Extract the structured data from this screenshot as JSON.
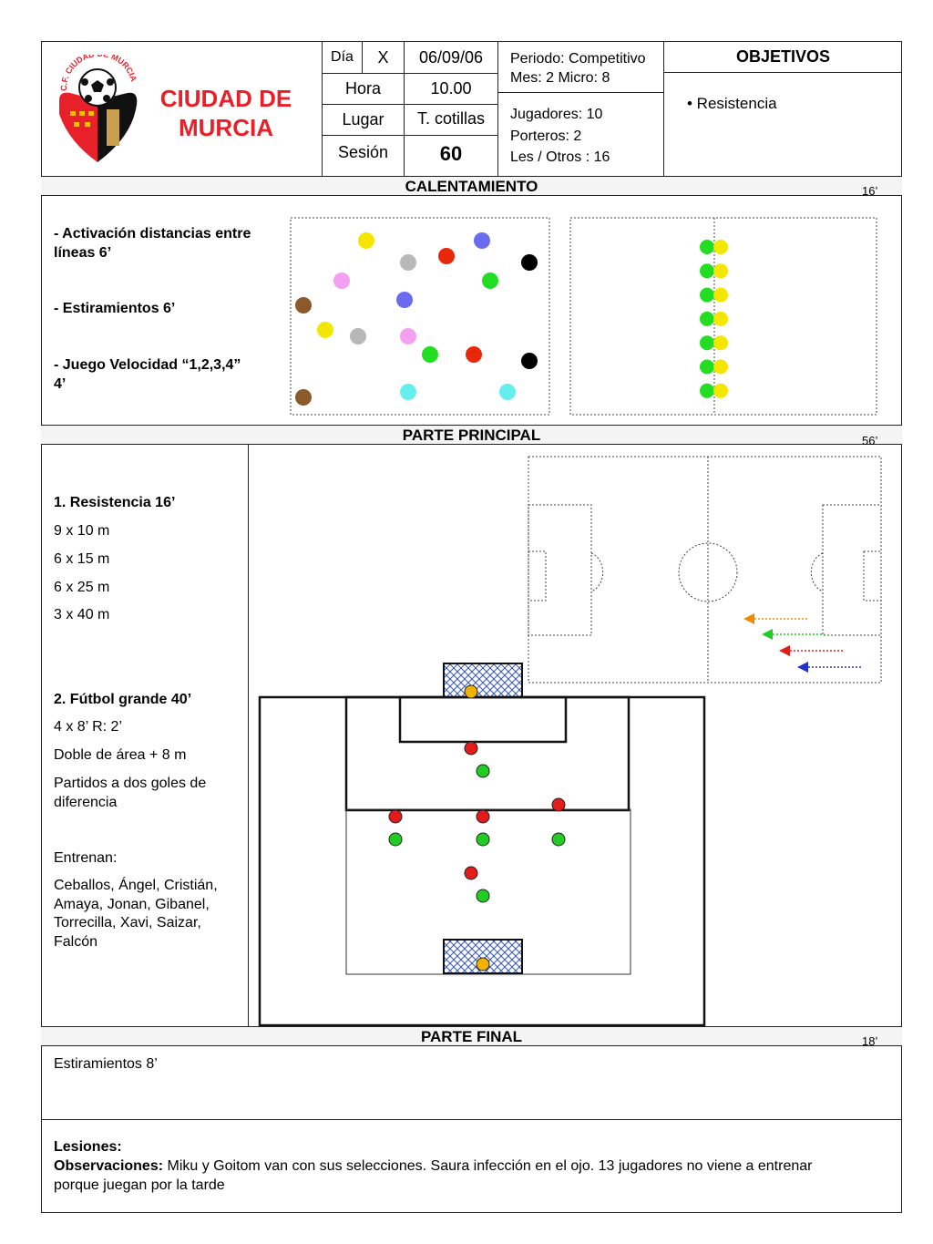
{
  "club": {
    "name_line1": "CIUDAD DE",
    "name_line2": "MURCIA",
    "badge_arc_text": "C.F. CIUDAD DE MURCIA"
  },
  "header": {
    "dia_label": "Día",
    "dia_mark": "X",
    "date": "06/09/06",
    "hora_label": "Hora",
    "hora_value": "10.00",
    "lugar_label": "Lugar",
    "lugar_value": "T. cotillas",
    "sesion_label": "Sesión",
    "sesion_value": "60",
    "periodo": "Periodo: Competitivo",
    "mes_micro": "Mes: 2  Micro: 8",
    "jugadores": "Jugadores:  10",
    "porteros": "Porteros: 2",
    "les_otros": "Les / Otros : 16",
    "objetivos_label": "OBJETIVOS",
    "objetivos_item": "• Resistencia"
  },
  "calentamiento": {
    "title": "CALENTAMIENTO",
    "minutes": "16’",
    "items": [
      "- Activación distancias entre",
      "líneas  6’",
      "- Estiramientos 6’",
      "- Juego Velocidad  “1,2,3,4”",
      "4’"
    ]
  },
  "principal": {
    "title": "PARTE PRINCIPAL",
    "minutes": "56’",
    "ex1_title": "1. Resistencia 16’",
    "ex1_lines": [
      "9 x 10  m",
      "6 x 15  m",
      "6 x 25  m",
      "3 x 40  m"
    ],
    "ex2_title": "2. Fútbol grande  40’",
    "ex2_lines": [
      "4 x 8’  R: 2’",
      "Doble de área + 8 m",
      "Partidos a dos goles de",
      "diferencia"
    ],
    "entrenan_label": "Entrenan:",
    "entrenan_lines": [
      "Ceballos, Ángel, Cristián,",
      "Amaya, Jonan, Gibanel,",
      "Torrecilla, Xavi, Saizar,",
      "Falcón"
    ]
  },
  "final": {
    "title": "PARTE FINAL",
    "minutes": "18’",
    "text": "Estiramientos  8’"
  },
  "notes": {
    "lesiones_label": "Lesiones:",
    "observaciones_label": "Observaciones:",
    "observaciones_text": " Miku y Goitom van con sus selecciones. Saura infección en el ojo. 13 jugadores no viene a entrenar",
    "observaciones_text2": "porque juegan por la tarde"
  },
  "colors": {
    "club_red": "#e8202a",
    "player_red": "#e21b1b",
    "player_green": "#22cc22",
    "keeper": "#f0b400",
    "goal_blue": "#3355bb"
  }
}
